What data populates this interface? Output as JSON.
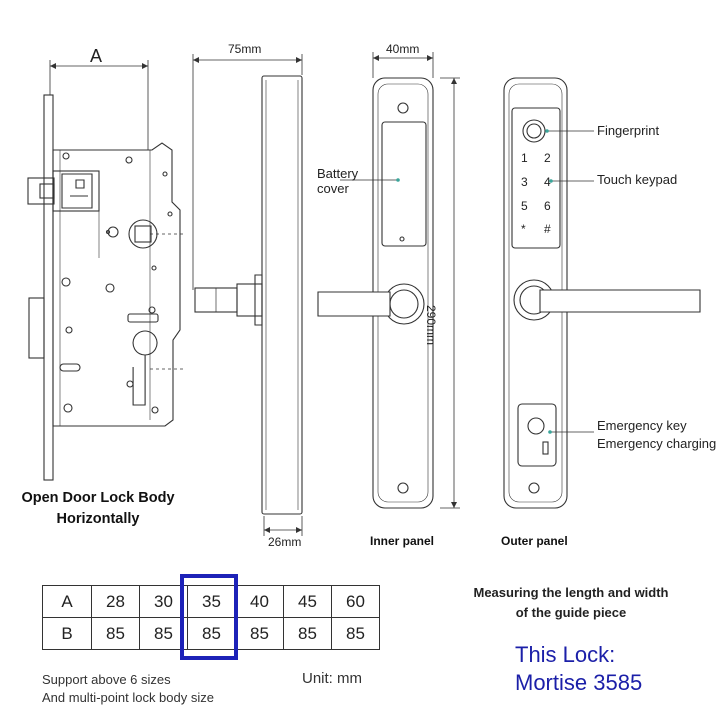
{
  "dimensions": {
    "a_label": "A",
    "depth_top": "75mm",
    "width_top": "40mm",
    "height_side": "290mm",
    "thickness_bottom": "26mm"
  },
  "callouts": {
    "battery_cover": [
      "Battery",
      "cover"
    ],
    "fingerprint": "Fingerprint",
    "touch_keypad": "Touch keypad",
    "emergency_key": "Emergency key",
    "emergency_charging": "Emergency charging"
  },
  "keypad": [
    "1",
    "2",
    "3",
    "4",
    "5",
    "6",
    "*",
    "#"
  ],
  "captions": {
    "lock_body": [
      "Open Door Lock Body",
      "Horizontally"
    ],
    "inner_panel": "Inner panel",
    "outer_panel": "Outer panel",
    "measuring": [
      "Measuring the length and width",
      "of the guide piece"
    ]
  },
  "size_table": {
    "rows": [
      {
        "label": "A",
        "values": [
          "28",
          "30",
          "35",
          "40",
          "45",
          "60"
        ]
      },
      {
        "label": "B",
        "values": [
          "85",
          "85",
          "85",
          "85",
          "85",
          "85"
        ]
      }
    ],
    "highlight_index": 2,
    "highlight_color": "#1d22b8"
  },
  "notes": {
    "support": [
      "Support above 6 sizes",
      "And multi-point lock body size"
    ],
    "unit": "Unit: mm"
  },
  "this_lock": [
    "This Lock:",
    "Mortise 3585"
  ],
  "colors": {
    "line": "#333333",
    "accent_blue": "#1b1fa8",
    "callout_dot": "#3aa59a"
  }
}
